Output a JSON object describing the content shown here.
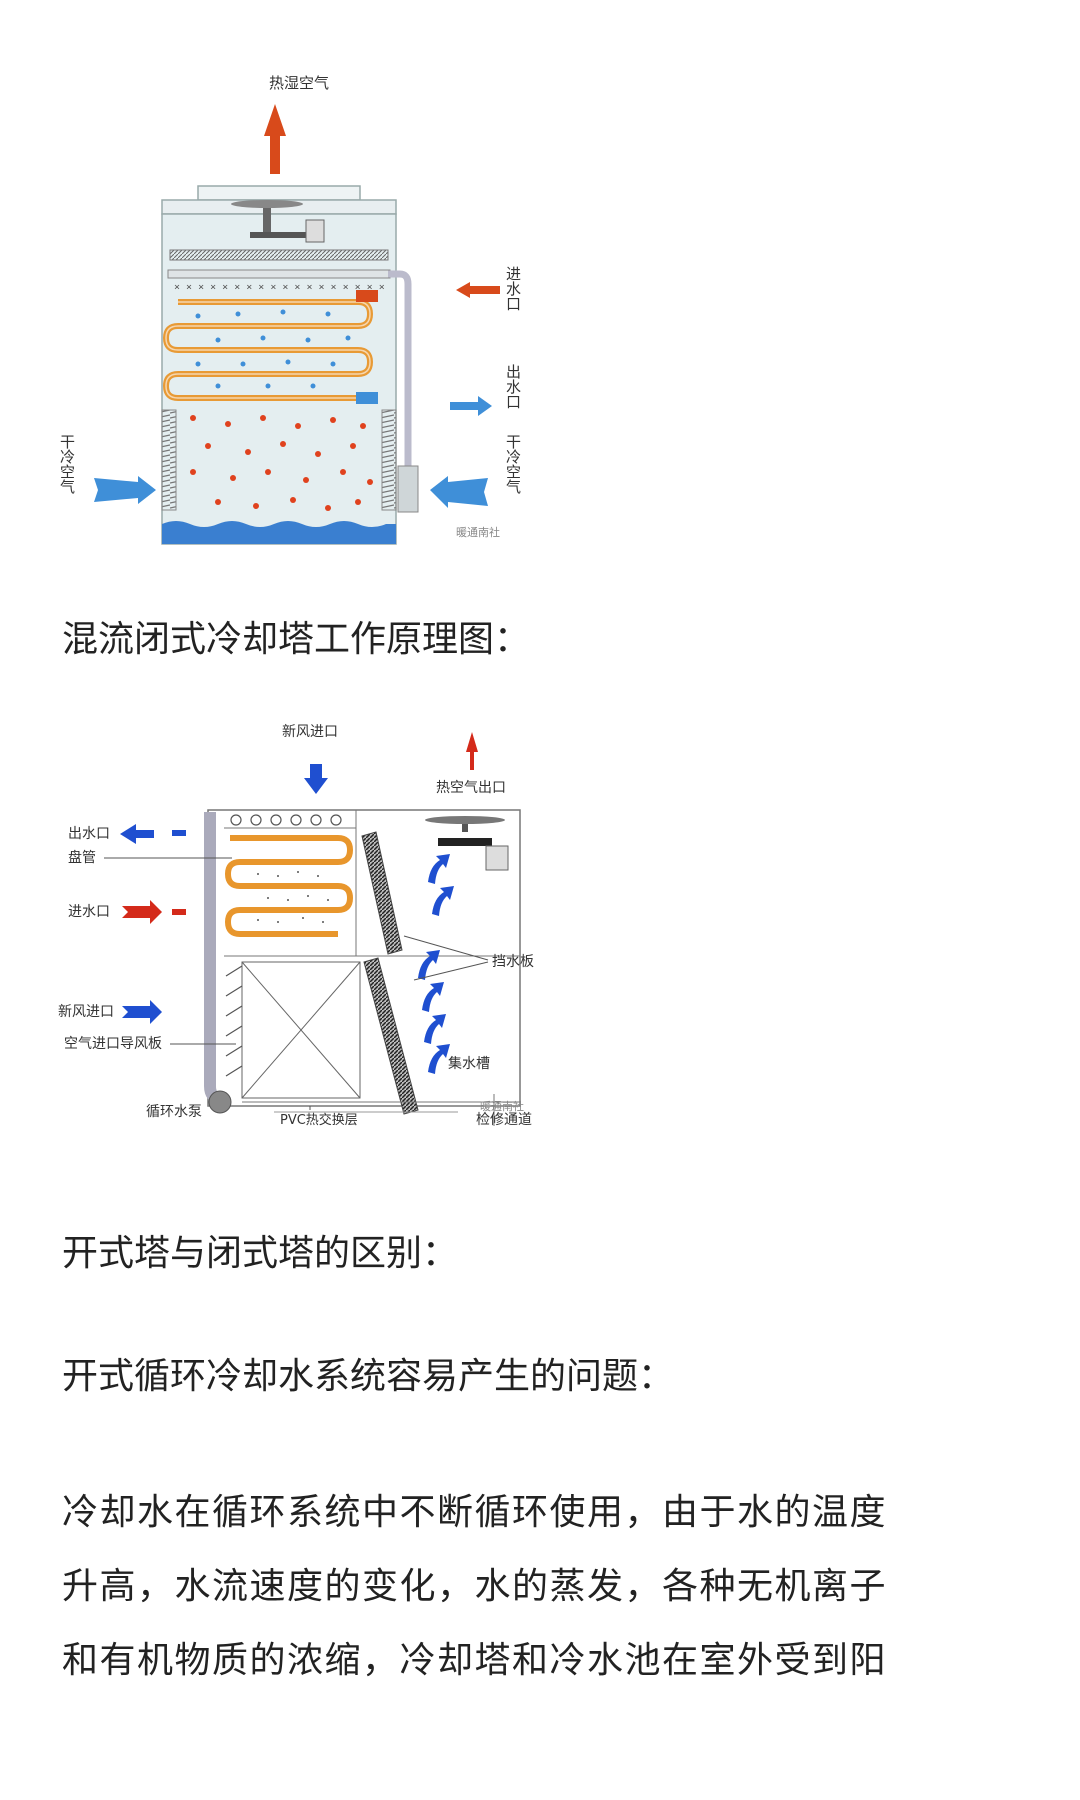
{
  "figure1": {
    "labels": {
      "hot_humid_air": "热湿空气",
      "water_inlet": "进水口",
      "water_outlet": "出水口",
      "dry_cold_air_left": "干冷空气",
      "dry_cold_air_right": "干冷空气"
    },
    "watermark": "暖通南社",
    "colors": {
      "hot_arrow": "#d84a1b",
      "cold_arrow": "#3f8fd8",
      "coil": "#e89a35",
      "water": "#3a7fd0",
      "droplet": "#e0421e",
      "tower_body": "#e4eef0"
    }
  },
  "captions": {
    "mixed_flow": "混流闭式冷却塔工作原理图：",
    "open_vs_closed": "开式塔与闭式塔的区别：",
    "open_problems": "开式循环冷却水系统容易产生的问题："
  },
  "figure2": {
    "labels": {
      "fresh_air_inlet_top": "新风进口",
      "hot_air_outlet": "热空气出口",
      "water_outlet": "出水口",
      "coil": "盘管",
      "water_inlet": "进水口",
      "eliminator": "挡水板",
      "fresh_air_inlet_side": "新风进口",
      "air_inlet_louver": "空气进口导风板",
      "collector_basin": "集水槽",
      "circulation_pump": "循环水泵",
      "pvc_fill": "PVC热交换层",
      "maintenance_passage": "检修通道"
    },
    "watermark": "暖通南社",
    "colors": {
      "hot_arrow": "#d42a1a",
      "cold_arrow": "#1f4fd0",
      "coil": "#e8962c"
    }
  },
  "paragraph": {
    "lines": [
      "冷却水在循环系统中不断循环使用，由于水的温度",
      "升高，水流速度的变化，水的蒸发，各种无机离子",
      "和有机物质的浓缩，冷却塔和冷水池在室外受到阳"
    ]
  }
}
